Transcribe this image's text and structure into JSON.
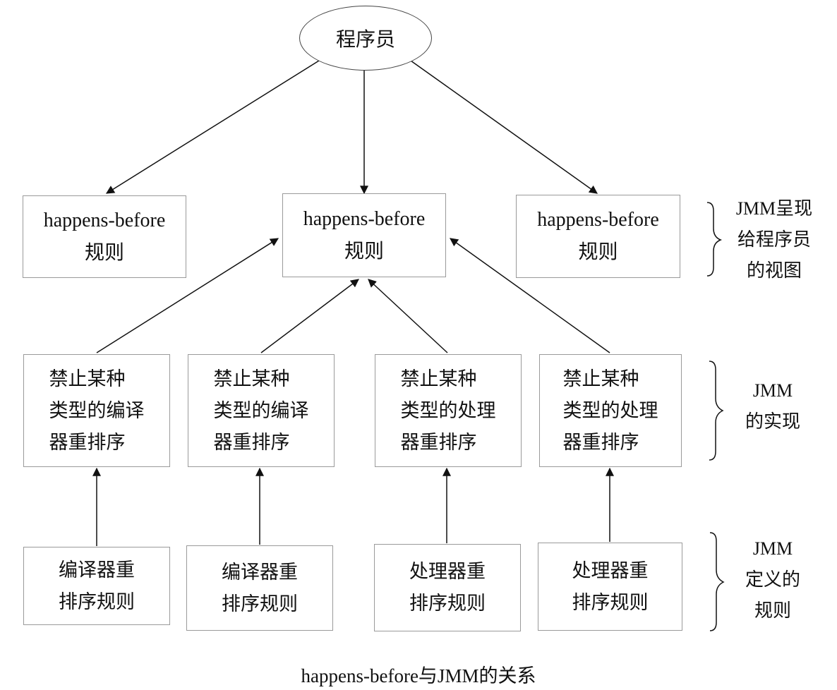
{
  "top_node": {
    "label": "程序员"
  },
  "hb_rules": [
    {
      "line1": "happens-before",
      "line2": "规则"
    },
    {
      "line1": "happens-before",
      "line2": "规则"
    },
    {
      "line1": "happens-before",
      "line2": "规则"
    }
  ],
  "implementations": [
    {
      "label": "  禁止某种\n类型的编译\n器重排序"
    },
    {
      "label": "  禁止某种\n类型的编译\n器重排序"
    },
    {
      "label": "  禁止某种\n类型的处理\n器重排序"
    },
    {
      "label": "  禁止某种\n类型的处理\n器重排序"
    }
  ],
  "jmm_rules": [
    {
      "label": "  编译器重\n排序规则"
    },
    {
      "label": "  编译器重\n排序规则"
    },
    {
      "label": "  处理器重\n排序规则"
    },
    {
      "label": "  处理器重\n排序规则"
    }
  ],
  "side_labels": {
    "view": "JMM呈现\n给程序员\n的视图",
    "impl": "JMM\n的实现",
    "rules": "JMM\n定义的\n规则"
  },
  "caption": "happens-before与JMM的关系"
}
